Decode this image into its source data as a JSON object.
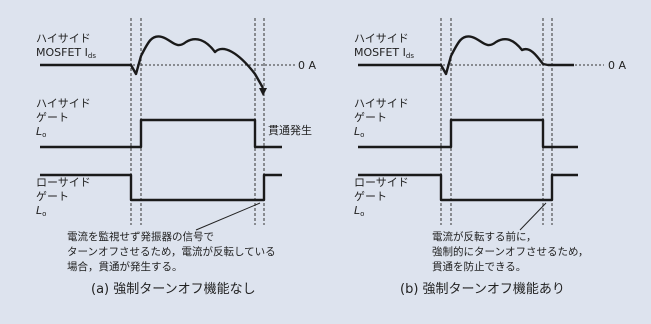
{
  "panel_a": {
    "signal_high_current_line1": "ハイサイド",
    "signal_high_current_line2": "MOSFET I",
    "signal_high_current_sub": "ds",
    "zero_label": "0 A",
    "signal_high_gate_line1": "ハイサイド",
    "signal_high_gate_line2": "ゲート",
    "signal_high_gate_sym": "L",
    "signal_high_gate_sub": "o",
    "signal_low_gate_line1": "ローサイド",
    "signal_low_gate_line2": "ゲート",
    "signal_low_gate_sym": "L",
    "signal_low_gate_sub": "o",
    "shoot_through_label": "貫通発生",
    "note_lines": [
      "電流を監視せず発振器の信号で",
      "ターンオフさせるため，電流が反転している",
      "場合，貫通が発生する。"
    ],
    "caption": "(a) 強制ターンオフ機能なし"
  },
  "panel_b": {
    "signal_high_current_line1": "ハイサイド",
    "signal_high_current_line2": "MOSFET I",
    "signal_high_current_sub": "ds",
    "zero_label": "0 A",
    "signal_high_gate_line1": "ハイサイド",
    "signal_high_gate_line2": "ゲート",
    "signal_high_gate_sym": "L",
    "signal_high_gate_sub": "o",
    "signal_low_gate_line1": "ローサイド",
    "signal_low_gate_line2": "ゲート",
    "signal_low_gate_sym": "L",
    "signal_low_gate_sub": "o",
    "note_lines": [
      "電流が反転する前に，",
      "強制的にターンオフさせるため，",
      "貫通を防止できる。"
    ],
    "caption": "(b) 強制ターンオフ機能あり"
  }
}
